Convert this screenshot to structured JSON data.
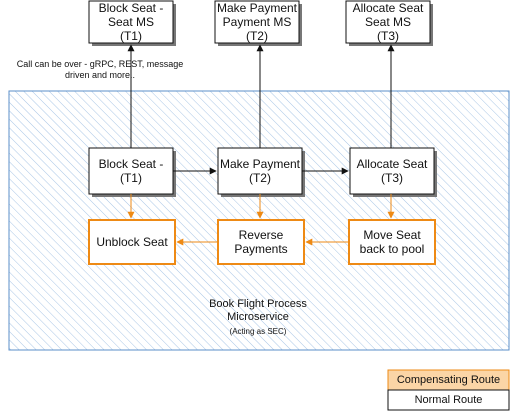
{
  "colors": {
    "compensating": "#ee8a15",
    "compensating_fill": "#fbd5a6",
    "container_stroke": "#5b8fc9",
    "container_hatch": "#a9c6e6",
    "line": "#111111"
  },
  "services": [
    {
      "label": "Block Seat -\nSeat MS\n(T1)"
    },
    {
      "label": "Make Payment\nPayment MS\n(T2)"
    },
    {
      "label": "Allocate Seat\nSeat MS\n(T3)"
    }
  ],
  "call_note": "Call can be over - gRPC, REST, message\ndriven and more..",
  "process_steps": [
    {
      "label": "Block Seat -\n(T1)"
    },
    {
      "label": "Make Payment\n(T2)"
    },
    {
      "label": "Allocate Seat\n(T3)"
    }
  ],
  "compensations": [
    {
      "label": "Unblock Seat"
    },
    {
      "label": "Reverse\nPayments"
    },
    {
      "label": "Move Seat\nback to pool"
    }
  ],
  "container": {
    "title": "Book Flight Process\nMicroservice",
    "subtitle": "(Acting as SEC)"
  },
  "legend": {
    "compensating": "Compensating Route",
    "normal": "Normal Route"
  }
}
